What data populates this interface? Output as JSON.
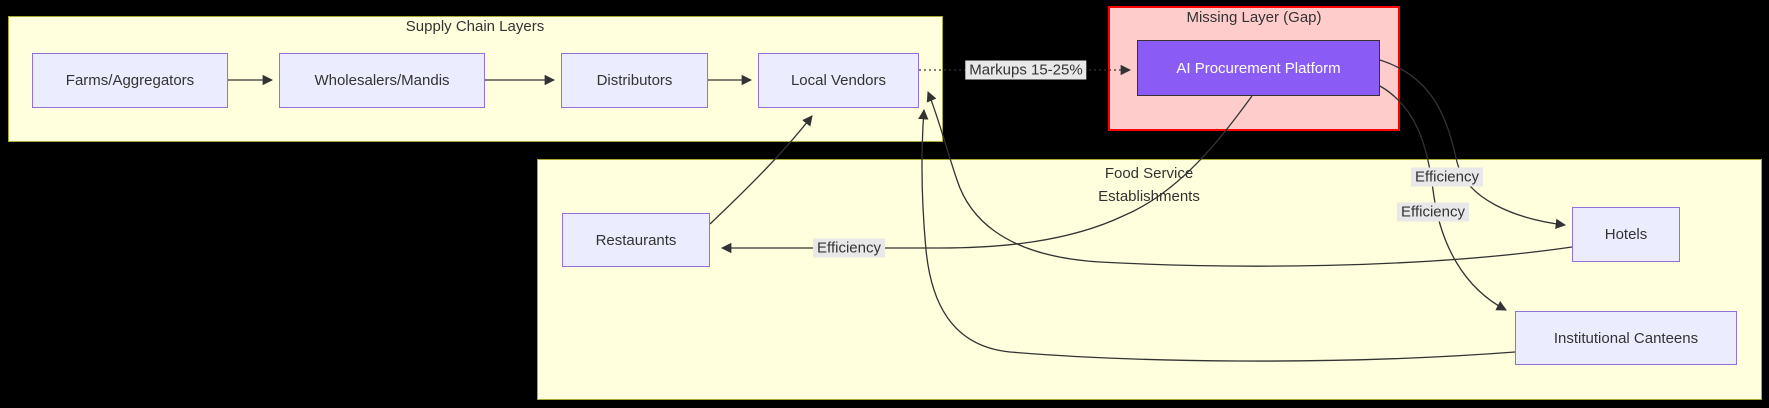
{
  "diagram": {
    "clusters": {
      "supply_chain": {
        "title": "Supply Chain Layers"
      },
      "missing_layer": {
        "title": "Missing Layer (Gap)"
      },
      "food_service": {
        "title_line1": "Food Service",
        "title_line2": "Establishments"
      }
    },
    "nodes": {
      "farms": {
        "label": "Farms/Aggregators"
      },
      "wholesalers": {
        "label": "Wholesalers/Mandis"
      },
      "distributors": {
        "label": "Distributors"
      },
      "local_vendors": {
        "label": "Local Vendors"
      },
      "ai_platform": {
        "label": "AI Procurement Platform"
      },
      "restaurants": {
        "label": "Restaurants"
      },
      "hotels": {
        "label": "Hotels"
      },
      "canteens": {
        "label": "Institutional Canteens"
      }
    },
    "edge_labels": {
      "markups": "Markups 15-25%",
      "efficiency_restaurants": "Efficiency",
      "efficiency_hotels": "Efficiency",
      "efficiency_canteens": "Efficiency"
    },
    "edges": [
      {
        "from": "Farms/Aggregators",
        "to": "Wholesalers/Mandis",
        "style": "solid",
        "label": ""
      },
      {
        "from": "Wholesalers/Mandis",
        "to": "Distributors",
        "style": "solid",
        "label": ""
      },
      {
        "from": "Distributors",
        "to": "Local Vendors",
        "style": "solid",
        "label": ""
      },
      {
        "from": "Local Vendors",
        "to": "AI Procurement Platform",
        "style": "dotted",
        "label": "Markups 15-25%"
      },
      {
        "from": "AI Procurement Platform",
        "to": "Restaurants",
        "style": "solid",
        "label": "Efficiency"
      },
      {
        "from": "AI Procurement Platform",
        "to": "Hotels",
        "style": "solid",
        "label": "Efficiency"
      },
      {
        "from": "AI Procurement Platform",
        "to": "Institutional Canteens",
        "style": "solid",
        "label": "Efficiency"
      },
      {
        "from": "Restaurants",
        "to": "Local Vendors",
        "style": "solid",
        "label": ""
      },
      {
        "from": "Hotels",
        "to": "Local Vendors",
        "style": "solid",
        "label": ""
      },
      {
        "from": "Institutional Canteens",
        "to": "Local Vendors",
        "style": "solid",
        "label": ""
      }
    ],
    "colors": {
      "background": "#000000",
      "cluster_fill": "#FFFFDE",
      "cluster_border": "#AAAA33",
      "gap_cluster_fill": "#FFCCCC",
      "gap_cluster_border": "#FF0000",
      "node_fill": "#ECECFF",
      "node_border": "#9370DB",
      "ai_node_fill": "#8A5CF5",
      "edge_color": "#333333",
      "edge_label_bg": "#E8E8E8",
      "text_color": "#333333",
      "ai_text_color": "#FFFFFF"
    }
  }
}
